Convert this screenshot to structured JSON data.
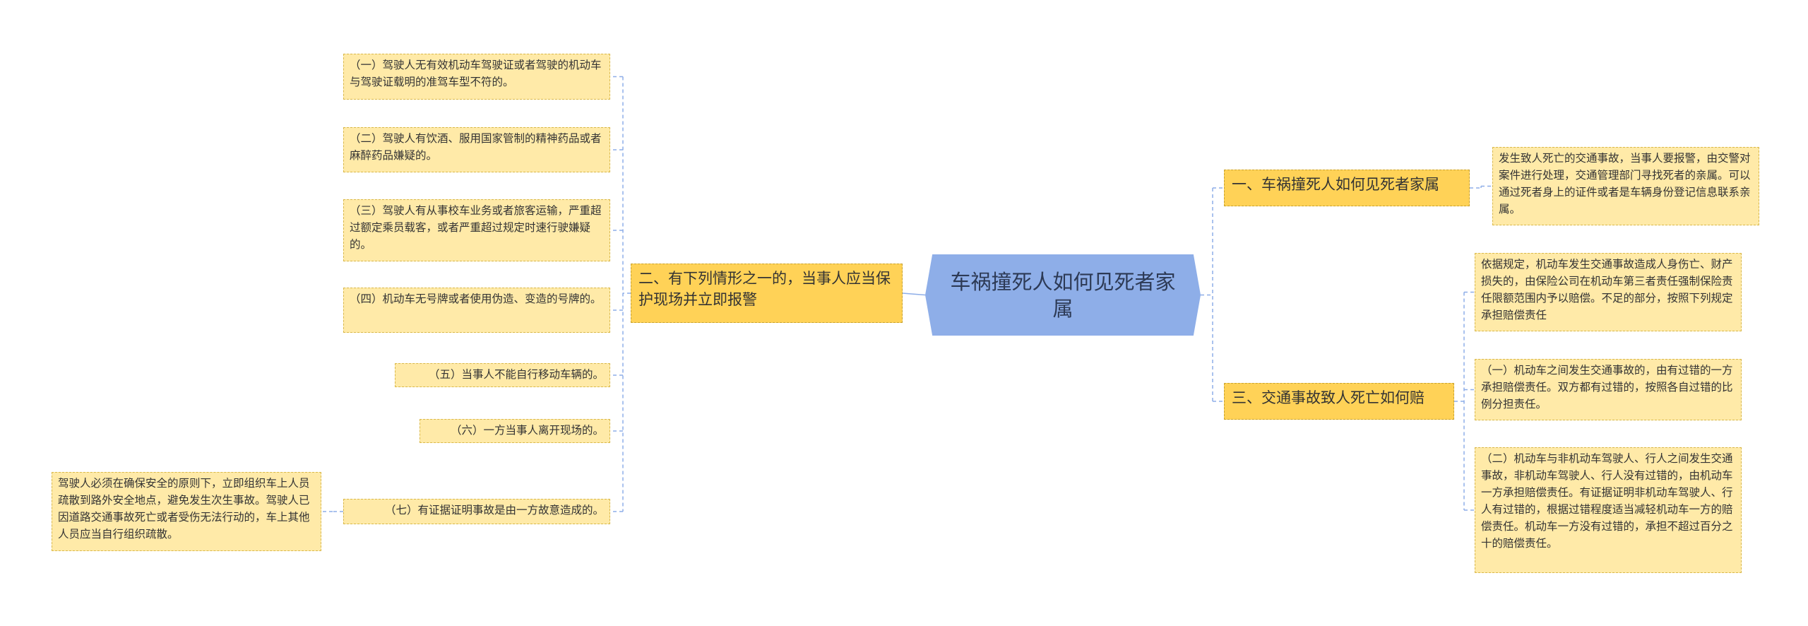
{
  "root": {
    "label": "车祸撞死人如何见死者家属"
  },
  "left_branch": {
    "label": "二、有下列情形之一的，当事人应当保护现场并立即报警",
    "items": [
      "（一）驾驶人无有效机动车驾驶证或者驾驶的机动车与驾驶证载明的准驾车型不符的。",
      "（二）驾驶人有饮酒、服用国家管制的精神药品或者麻醉药品嫌疑的。",
      "（三）驾驶人有从事校车业务或者旅客运输，严重超过额定乘员载客，或者严重超过规定时速行驶嫌疑的。",
      "（四）机动车无号牌或者使用伪造、变造的号牌的。",
      "（五）当事人不能自行移动车辆的。",
      "（六）一方当事人离开现场的。",
      "（七）有证据证明事故是由一方故意造成的。"
    ],
    "sub_note": "驾驶人必须在确保安全的原则下，立即组织车上人员疏散到路外安全地点，避免发生次生事故。驾驶人已因道路交通事故死亡或者受伤无法行动的，车上其他人员应当自行组织疏散。"
  },
  "right_branches": [
    {
      "label": "一、车祸撞死人如何见死者家属",
      "items": [
        "发生致人死亡的交通事故，当事人要报警，由交警对案件进行处理，交通管理部门寻找死者的亲属。可以通过死者身上的证件或者是车辆身份登记信息联系亲属。"
      ]
    },
    {
      "label": "三、交通事故致人死亡如何赔",
      "items": [
        "依据规定，机动车发生交通事故造成人身伤亡、财产损失的，由保险公司在机动车第三者责任强制保险责任限额范围内予以赔偿。不足的部分，按照下列规定承担赔偿责任",
        "（一）机动车之间发生交通事故的，由有过错的一方承担赔偿责任。双方都有过错的，按照各自过错的比例分担责任。",
        "（二）机动车与非机动车驾驶人、行人之间发生交通事故，非机动车驾驶人、行人没有过错的，由机动车一方承担赔偿责任。有证据证明非机动车驾驶人、行人有过错的，根据过错程度适当减轻机动车一方的赔偿责任。机动车一方没有过错的，承担不超过百分之十的赔偿责任。"
      ]
    }
  ],
  "colors": {
    "root_fill": "#8eaee8",
    "branch_fill": "#ffd257",
    "leaf_fill": "#ffeaa8",
    "connector": "#8eaee8"
  }
}
